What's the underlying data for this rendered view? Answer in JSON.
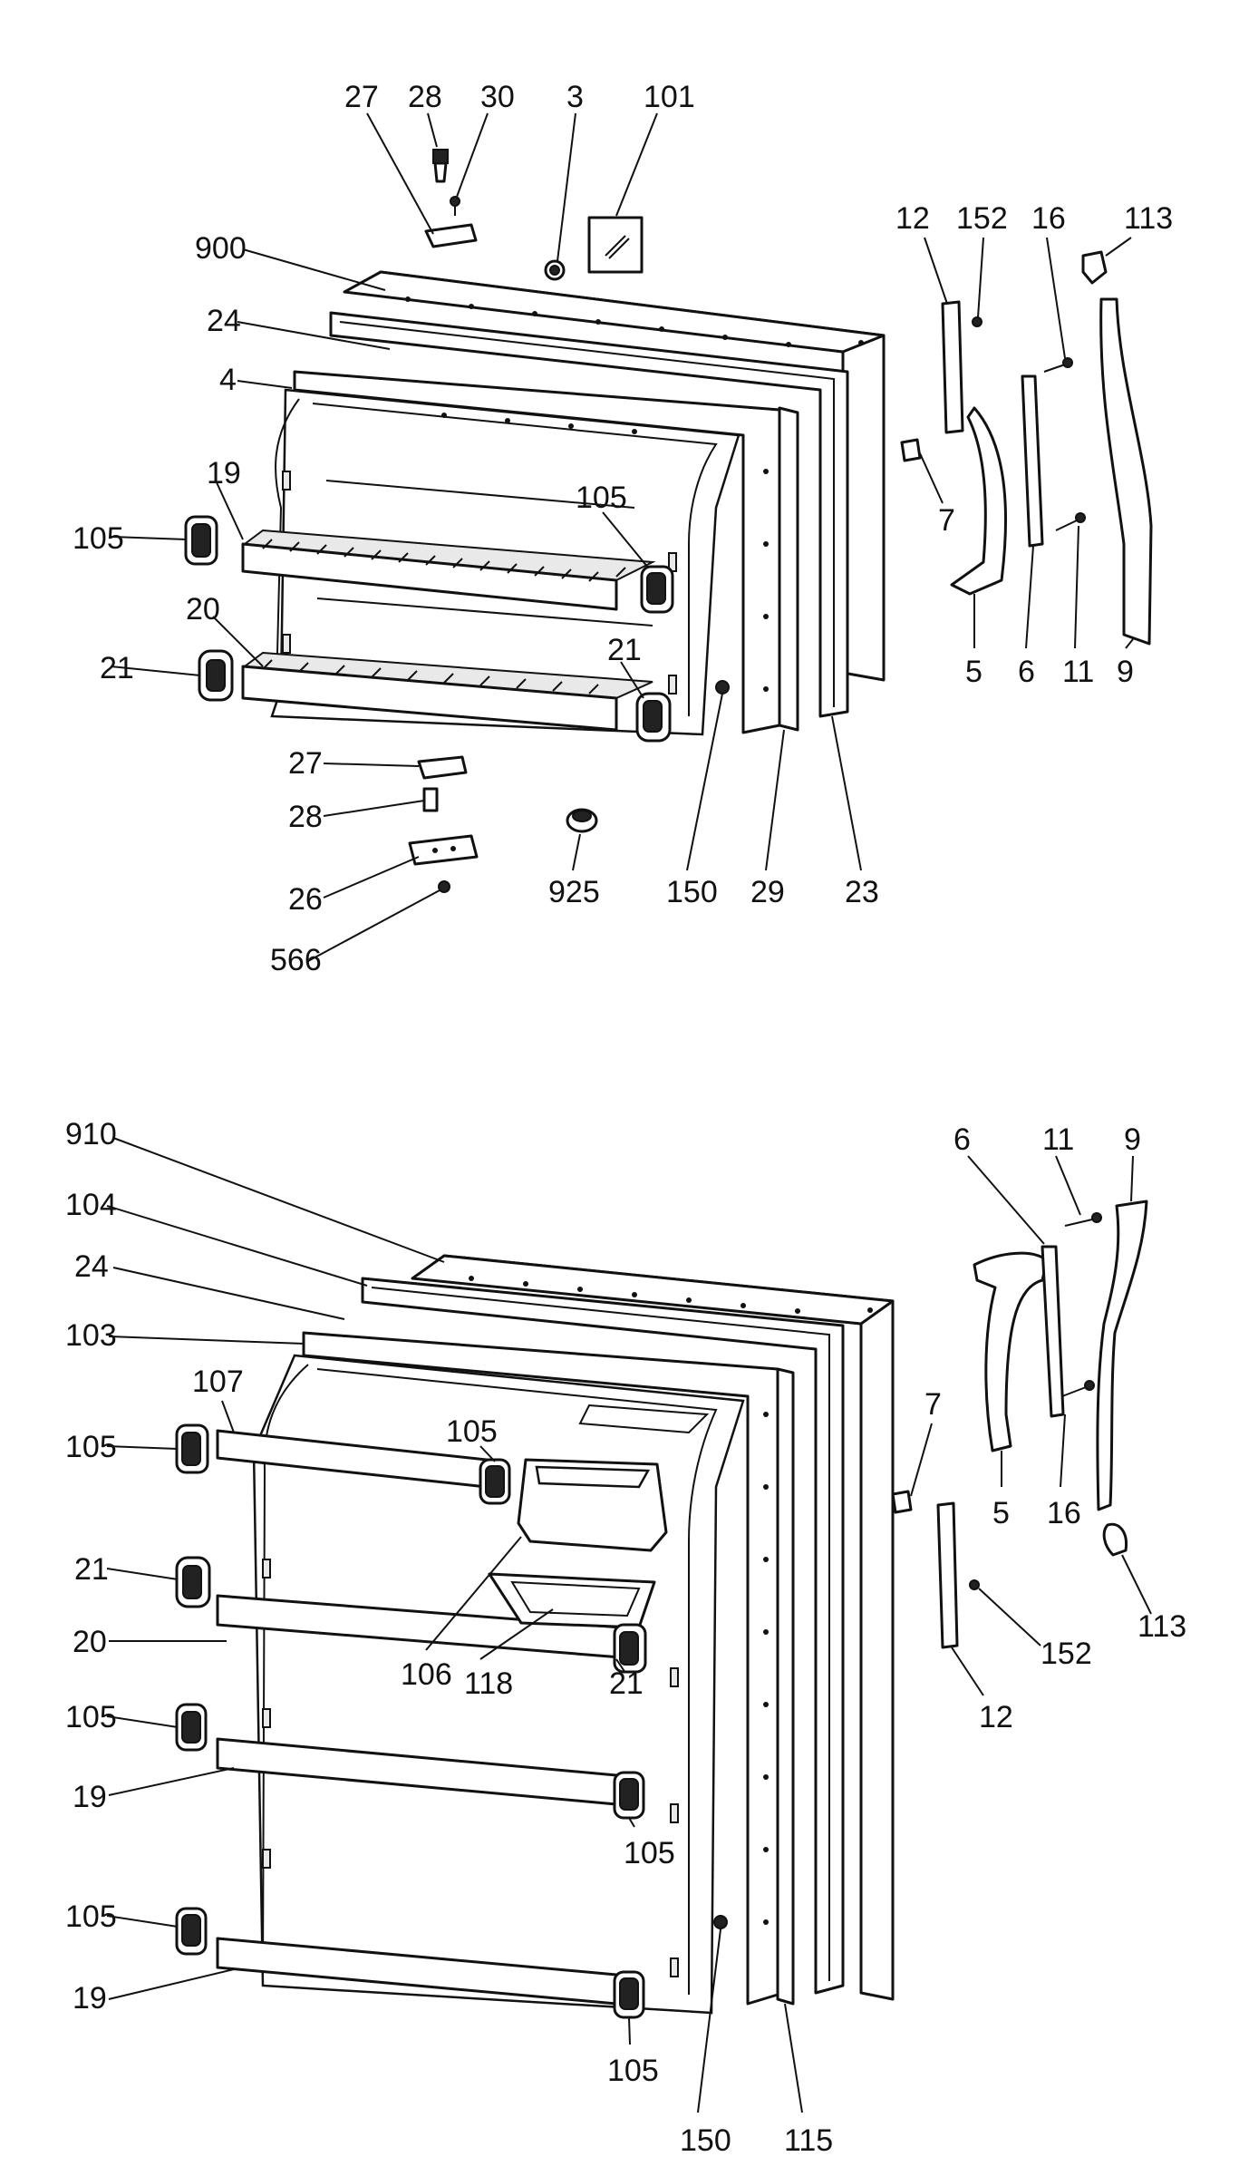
{
  "upper_assembly": {
    "callouts": [
      "27",
      "28",
      "30",
      "3",
      "101",
      "900",
      "24",
      "4",
      "19",
      "105",
      "20",
      "21",
      "105",
      "21",
      "27",
      "28",
      "26",
      "566",
      "925",
      "150",
      "29",
      "23",
      "12",
      "152",
      "16",
      "113",
      "7",
      "5",
      "6",
      "11",
      "9"
    ]
  },
  "lower_assembly": {
    "callouts": [
      "910",
      "104",
      "24",
      "103",
      "107",
      "105",
      "105",
      "21",
      "20",
      "105",
      "19",
      "105",
      "19",
      "106",
      "118",
      "21",
      "105",
      "105",
      "150",
      "115",
      "6",
      "11",
      "9",
      "7",
      "5",
      "16",
      "113",
      "152",
      "12"
    ]
  }
}
